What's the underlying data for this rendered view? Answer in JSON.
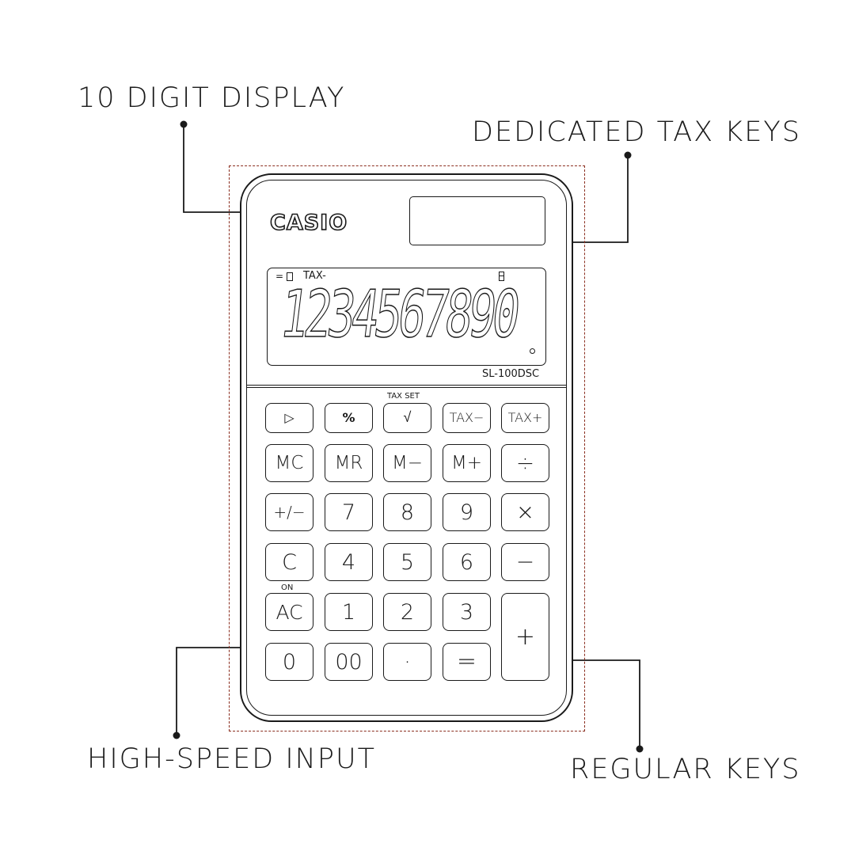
{
  "callouts": {
    "display": "10 DIGIT DISPLAY",
    "tax_keys": "DEDICATED TAX KEYS",
    "high_speed": "HIGH-SPEED INPUT",
    "regular_keys": "REGULAR KEYS"
  },
  "calculator": {
    "brand": "CASIO",
    "model": "SL-100DSC",
    "display": {
      "indicator_equal": "=",
      "indicator_tax": "TAX-",
      "digits": "1234567890"
    },
    "sub_labels": {
      "tax_set": "TAX SET",
      "on": "ON"
    },
    "keys": {
      "row1": [
        "▷",
        "%",
        "√",
        "TAX−",
        "TAX+"
      ],
      "row2": [
        "MC",
        "MR",
        "M−",
        "M+",
        "÷"
      ],
      "row3": [
        "+/−",
        "7",
        "8",
        "9",
        "×"
      ],
      "row4": [
        "C",
        "4",
        "5",
        "6",
        "−"
      ],
      "row5": [
        "AC",
        "1",
        "2",
        "3"
      ],
      "row6": [
        "0",
        "00",
        "·",
        "="
      ],
      "plus": "+"
    }
  },
  "colors": {
    "ink": "#1a1a1a",
    "dashed_outline": "#8b2e1f",
    "background": "#ffffff"
  }
}
